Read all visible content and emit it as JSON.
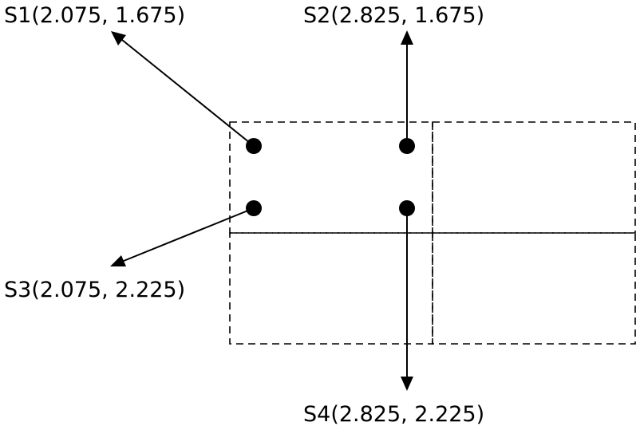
{
  "points": [
    {
      "id": "s1",
      "label": "S1(2.075, 1.675)"
    },
    {
      "id": "s2",
      "label": "S2(2.825, 1.675)"
    },
    {
      "id": "s3",
      "label": "S3(2.075, 2.225)"
    },
    {
      "id": "s4",
      "label": "S4(2.825, 2.225)"
    }
  ],
  "colors": {
    "ink": "#000000",
    "background": "#ffffff"
  }
}
